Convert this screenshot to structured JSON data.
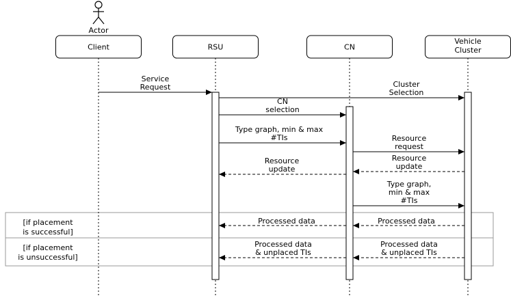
{
  "actor": {
    "label": "Actor"
  },
  "participants": [
    {
      "id": "client",
      "label_lines": [
        "Client"
      ]
    },
    {
      "id": "rsu",
      "label_lines": [
        "RSU"
      ]
    },
    {
      "id": "cn",
      "label_lines": [
        "CN"
      ]
    },
    {
      "id": "vehicle-cluster",
      "label_lines": [
        "Vehicle",
        "Cluster"
      ]
    }
  ],
  "messages": [
    {
      "id": "service-request",
      "from": "client",
      "to": "rsu",
      "style": "solid",
      "label_lines": [
        "Service",
        "Request"
      ]
    },
    {
      "id": "cluster-selection",
      "from": "rsu",
      "to": "vehicle-cluster",
      "style": "solid",
      "label_lines": [
        "Cluster",
        "Selection"
      ]
    },
    {
      "id": "cn-selection",
      "from": "rsu",
      "to": "cn",
      "style": "solid",
      "label_lines": [
        "CN",
        "selection"
      ]
    },
    {
      "id": "type-graph-to-cn",
      "from": "rsu",
      "to": "cn",
      "style": "solid",
      "label_lines": [
        "Type graph, min & max",
        "#TIs"
      ]
    },
    {
      "id": "resource-request",
      "from": "cn",
      "to": "vehicle-cluster",
      "style": "solid",
      "label_lines": [
        "Resource",
        "request"
      ]
    },
    {
      "id": "resource-update-vc",
      "from": "vehicle-cluster",
      "to": "cn",
      "style": "dashed",
      "label_lines": [
        "Resource",
        "update"
      ]
    },
    {
      "id": "resource-update-cn",
      "from": "cn",
      "to": "rsu",
      "style": "dashed",
      "label_lines": [
        "Resource",
        "update"
      ]
    },
    {
      "id": "type-graph-to-vc",
      "from": "cn",
      "to": "vehicle-cluster",
      "style": "solid",
      "label_lines": [
        "Type graph,",
        "min & max",
        "#TIs"
      ]
    },
    {
      "id": "processed-data-vc",
      "from": "vehicle-cluster",
      "to": "cn",
      "style": "dashed",
      "label_lines": [
        "Processed data"
      ]
    },
    {
      "id": "processed-data-cn",
      "from": "cn",
      "to": "rsu",
      "style": "dashed",
      "label_lines": [
        "Processed data"
      ]
    },
    {
      "id": "processed-unplaced-vc",
      "from": "vehicle-cluster",
      "to": "cn",
      "style": "dashed",
      "label_lines": [
        "Processed data",
        "& unplaced TIs"
      ]
    },
    {
      "id": "processed-unplaced-cn",
      "from": "cn",
      "to": "rsu",
      "style": "dashed",
      "label_lines": [
        "Processed data",
        "& unplaced TIs"
      ]
    }
  ],
  "fragments": [
    {
      "id": "if-successful",
      "guard_lines": [
        "[if placement",
        "is successful]"
      ]
    },
    {
      "id": "if-unsuccessful",
      "guard_lines": [
        "[if placement",
        "is unsuccessful]"
      ]
    }
  ]
}
